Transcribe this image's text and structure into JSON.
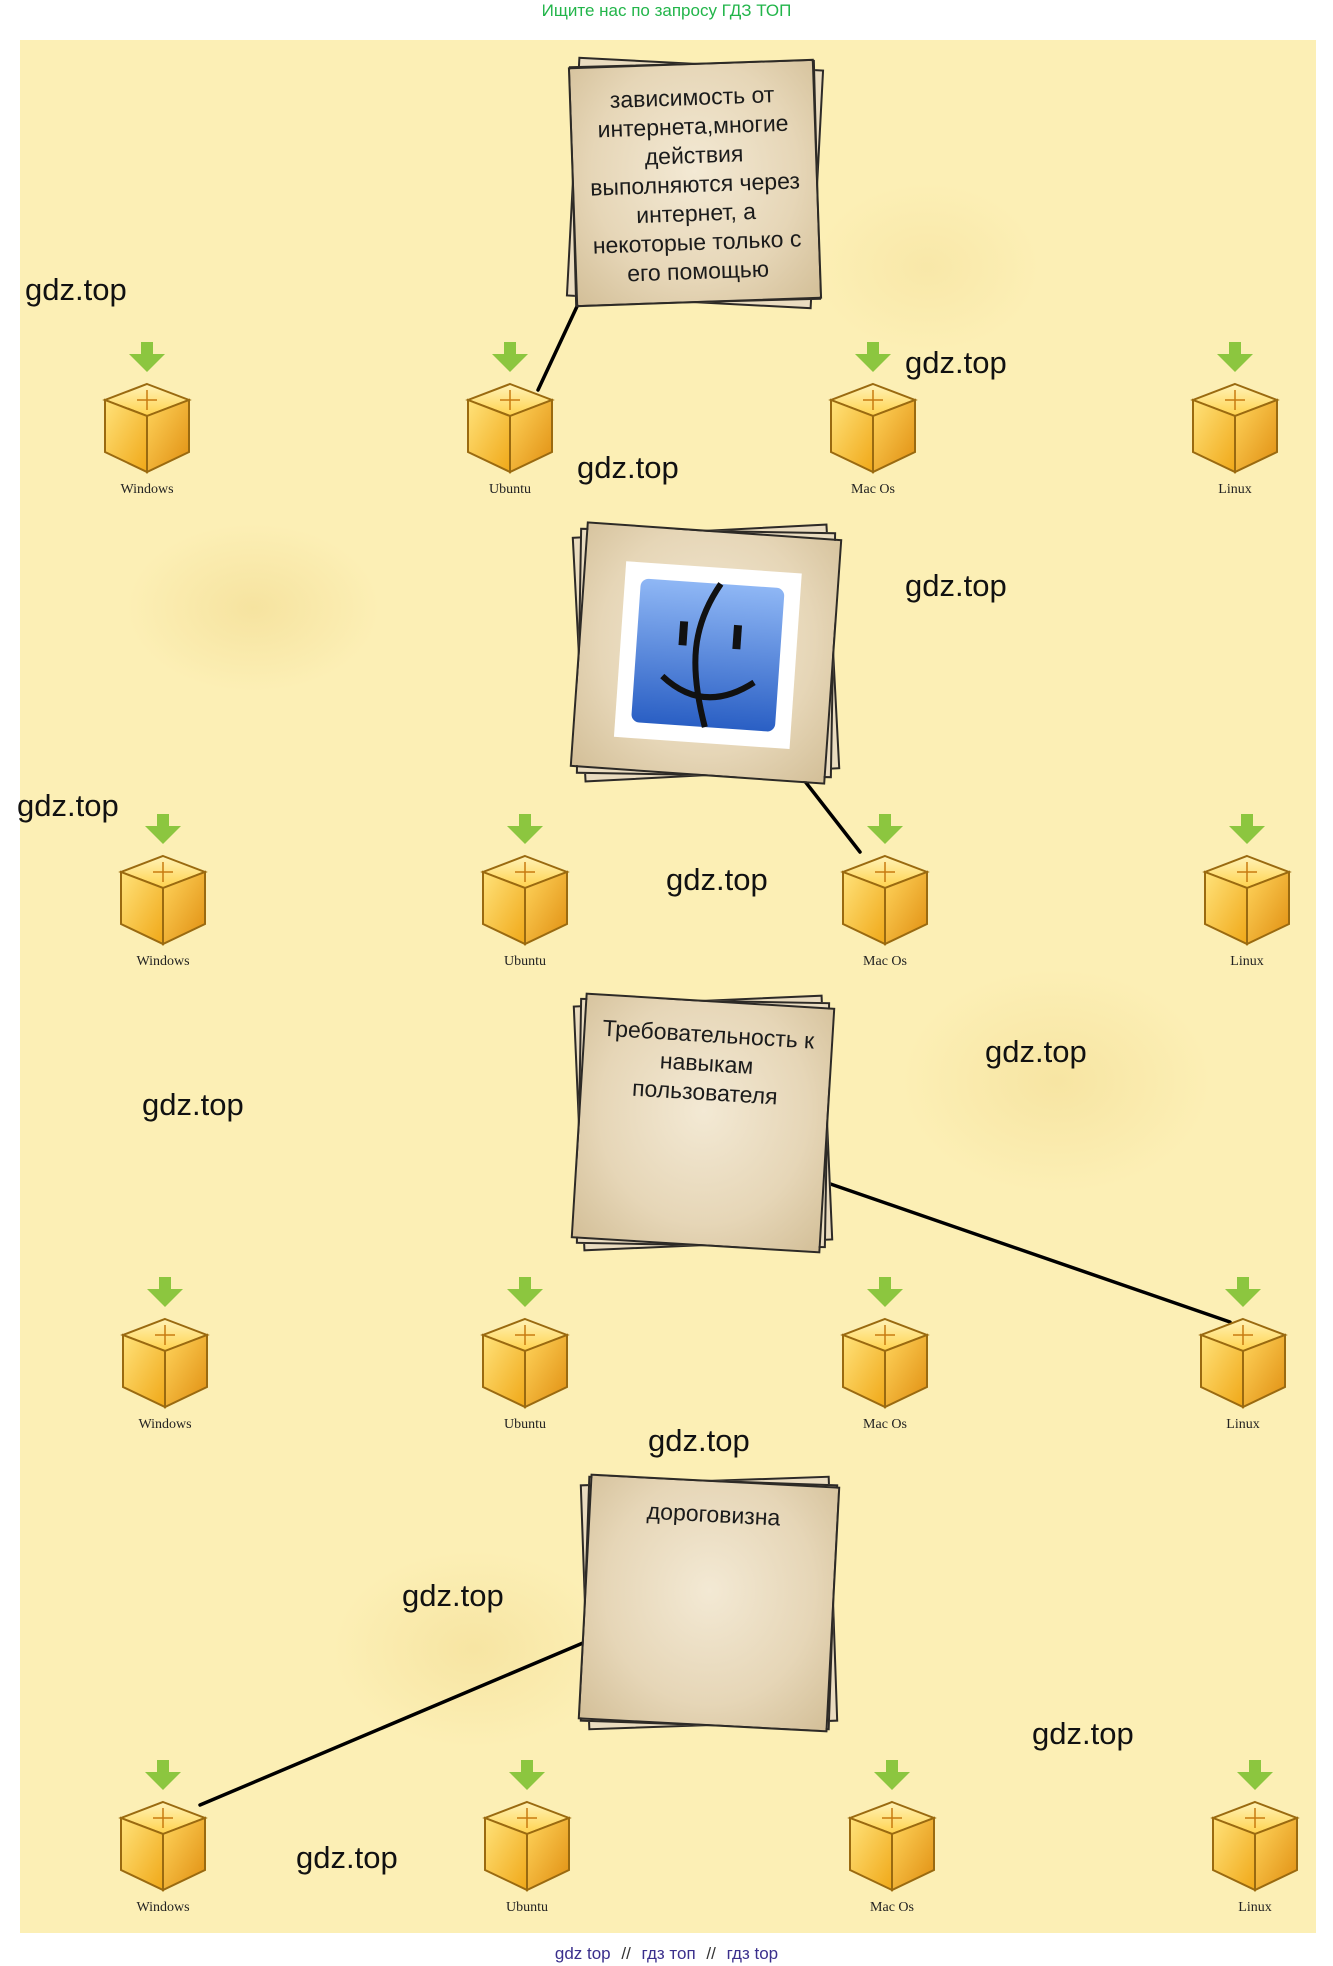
{
  "banner": {
    "text": "Ищите нас по запросу ГДЗ ТОП",
    "color": "#22b54a"
  },
  "os_labels": [
    "Windows",
    "Ubuntu",
    "Mac Os",
    "Linux"
  ],
  "notes": [
    {
      "text": "зависимость от интернета,многие действия выполняются через интернет, а некоторые только с его помощью",
      "target": "Ubuntu"
    },
    {
      "text": "",
      "icon": "mac-finder-icon",
      "target": "Mac Os"
    },
    {
      "text": "Требовательность к навыкам пользователя",
      "target": "Linux"
    },
    {
      "text": "дороговизна",
      "target": "Windows"
    }
  ],
  "watermark": "gdz.top",
  "footer": {
    "links": [
      "gdz top",
      "гдз топ",
      "гдз top"
    ],
    "separator": "//"
  },
  "colors": {
    "canvas": "#fcefb5",
    "box": "#f5b323",
    "arrow": "#8cc63f",
    "line": "#000000"
  }
}
